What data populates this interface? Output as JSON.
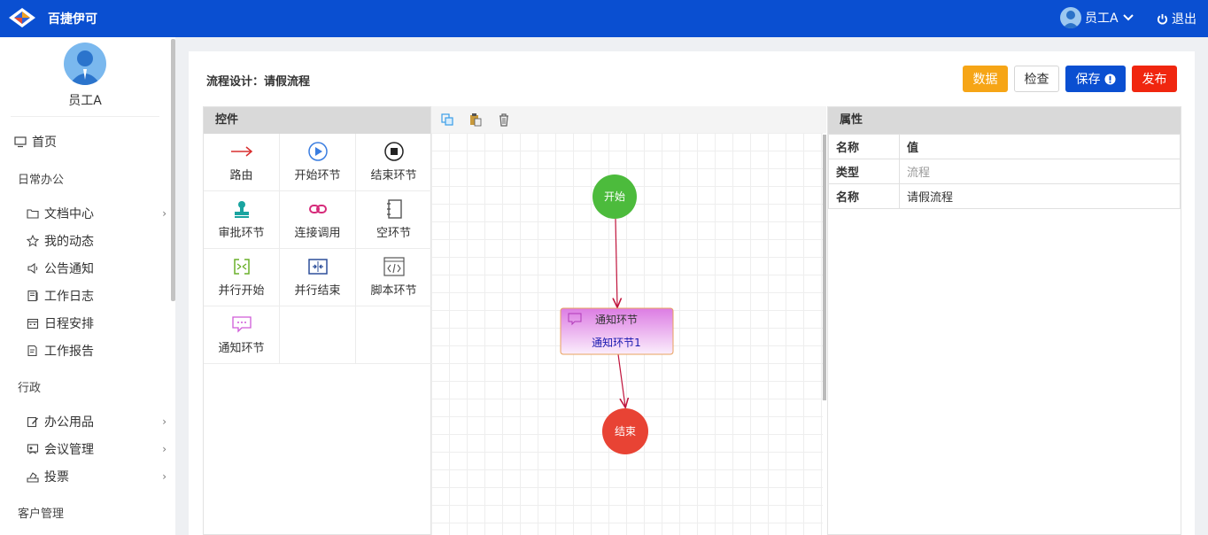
{
  "topbar": {
    "title": "百捷伊可",
    "user": "员工A",
    "logout": "退出"
  },
  "sidebar": {
    "user_name": "员工A",
    "home": "首页",
    "sections": [
      {
        "title": "日常办公",
        "items": [
          "文档中心",
          "我的动态",
          "公告通知",
          "工作日志",
          "日程安排",
          "工作报告"
        ]
      },
      {
        "title": "行政",
        "items": [
          "办公用品",
          "会议管理",
          "投票"
        ]
      },
      {
        "title": "客户管理",
        "items": []
      }
    ]
  },
  "main": {
    "title": "流程设计：请假流程",
    "buttons": {
      "data": "数据",
      "check": "检查",
      "save": "保存",
      "publish": "发布"
    },
    "controls_header": "控件",
    "controls": [
      "路由",
      "开始环节",
      "结束环节",
      "审批环节",
      "连接调用",
      "空环节",
      "并行开始",
      "并行结束",
      "脚本环节",
      "通知环节"
    ],
    "flow": {
      "start": "开始",
      "notify_title": "通知环节",
      "notify_name": "通知环节1",
      "end": "结束"
    },
    "props_header": "属性",
    "props": {
      "head": [
        "名称",
        "值"
      ],
      "rows": [
        [
          "类型",
          "流程"
        ],
        [
          "名称",
          "请假流程"
        ]
      ]
    }
  },
  "colors": {
    "topbar": "#0a4fd1",
    "start": "#4cbb3c",
    "end": "#e84334",
    "node_fill": "#e08ae8",
    "edge": "#c0143c"
  }
}
